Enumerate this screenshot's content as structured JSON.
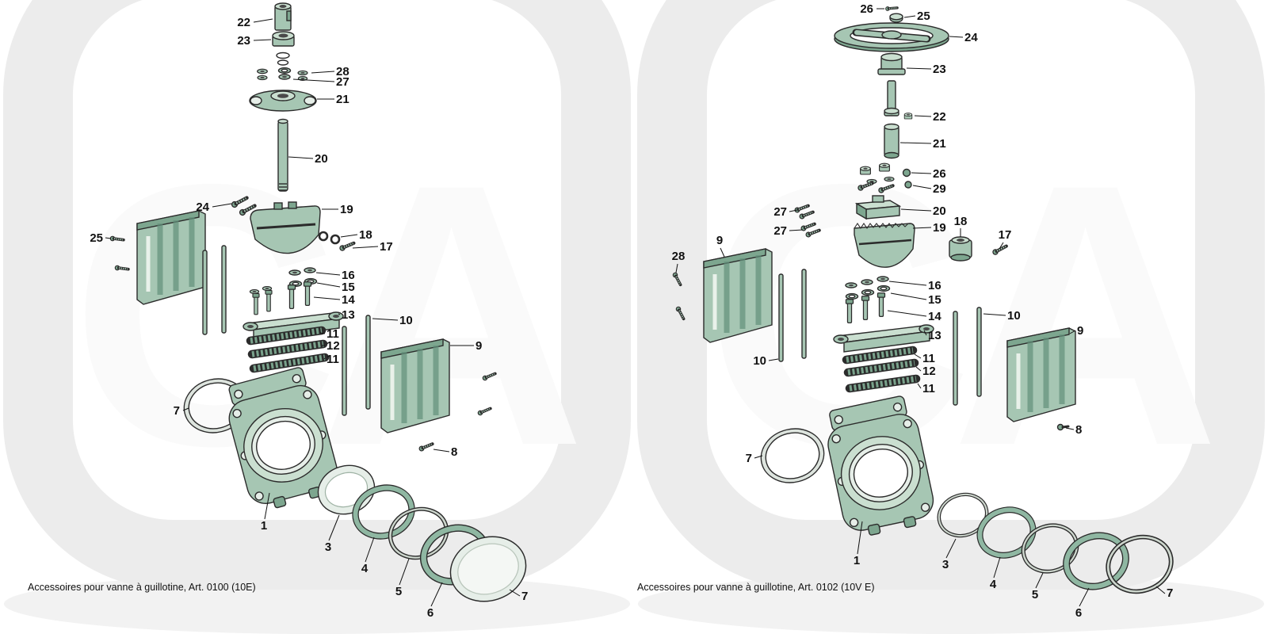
{
  "watermark": "CA",
  "left": {
    "caption": "Accessoires pour vanne à guillotine, Art. 0100 (10E)",
    "labels": [
      "22",
      "23",
      "28",
      "27",
      "21",
      "20",
      "24",
      "19",
      "25",
      "18",
      "17",
      "16",
      "15",
      "14",
      "13",
      "10",
      "11",
      "12",
      "11",
      "9",
      "7",
      "8",
      "1",
      "3",
      "4",
      "5",
      "6",
      "7"
    ]
  },
  "right": {
    "caption": "Accessoires pour vanne à guillotine, Art. 0102 (10V E)",
    "labels": [
      "26",
      "25",
      "24",
      "23",
      "22",
      "21",
      "26",
      "29",
      "27",
      "20",
      "18",
      "27",
      "19",
      "17",
      "9",
      "28",
      "16",
      "15",
      "14",
      "10",
      "13",
      "10",
      "11",
      "12",
      "11",
      "9",
      "8",
      "7",
      "1",
      "3",
      "4",
      "5",
      "6",
      "7"
    ]
  }
}
